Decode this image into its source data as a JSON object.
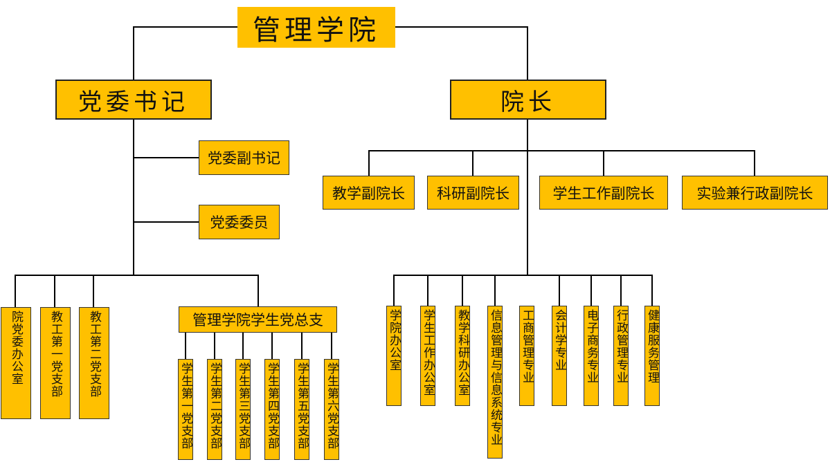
{
  "title": "管理学院",
  "party_secretary": {
    "label": "党委书记",
    "deputy": "党委副书记",
    "members": "党委委员",
    "units": [
      "院党委办公室",
      "教工第一党支部",
      "教工第二党支部"
    ],
    "student_branch": {
      "label": "管理学院学生党总支",
      "branches": [
        "学生第一党支部",
        "学生第二党支部",
        "学生第三党支部",
        "学生第四党支部",
        "学生第五党支部",
        "学生第六党支部"
      ]
    }
  },
  "dean": {
    "label": "院长",
    "vice_deans": [
      "教学副院长",
      "科研副院长",
      "学生工作副院长",
      "实验兼行政副院长"
    ],
    "departments": [
      "学院办公室",
      "学生工作办公室",
      "教学科研办公室",
      "信息管理与信息系统专业",
      "工商管理专业",
      "会计学专业",
      "电子商务专业",
      "行政管理专业",
      "健康服务管理"
    ]
  }
}
